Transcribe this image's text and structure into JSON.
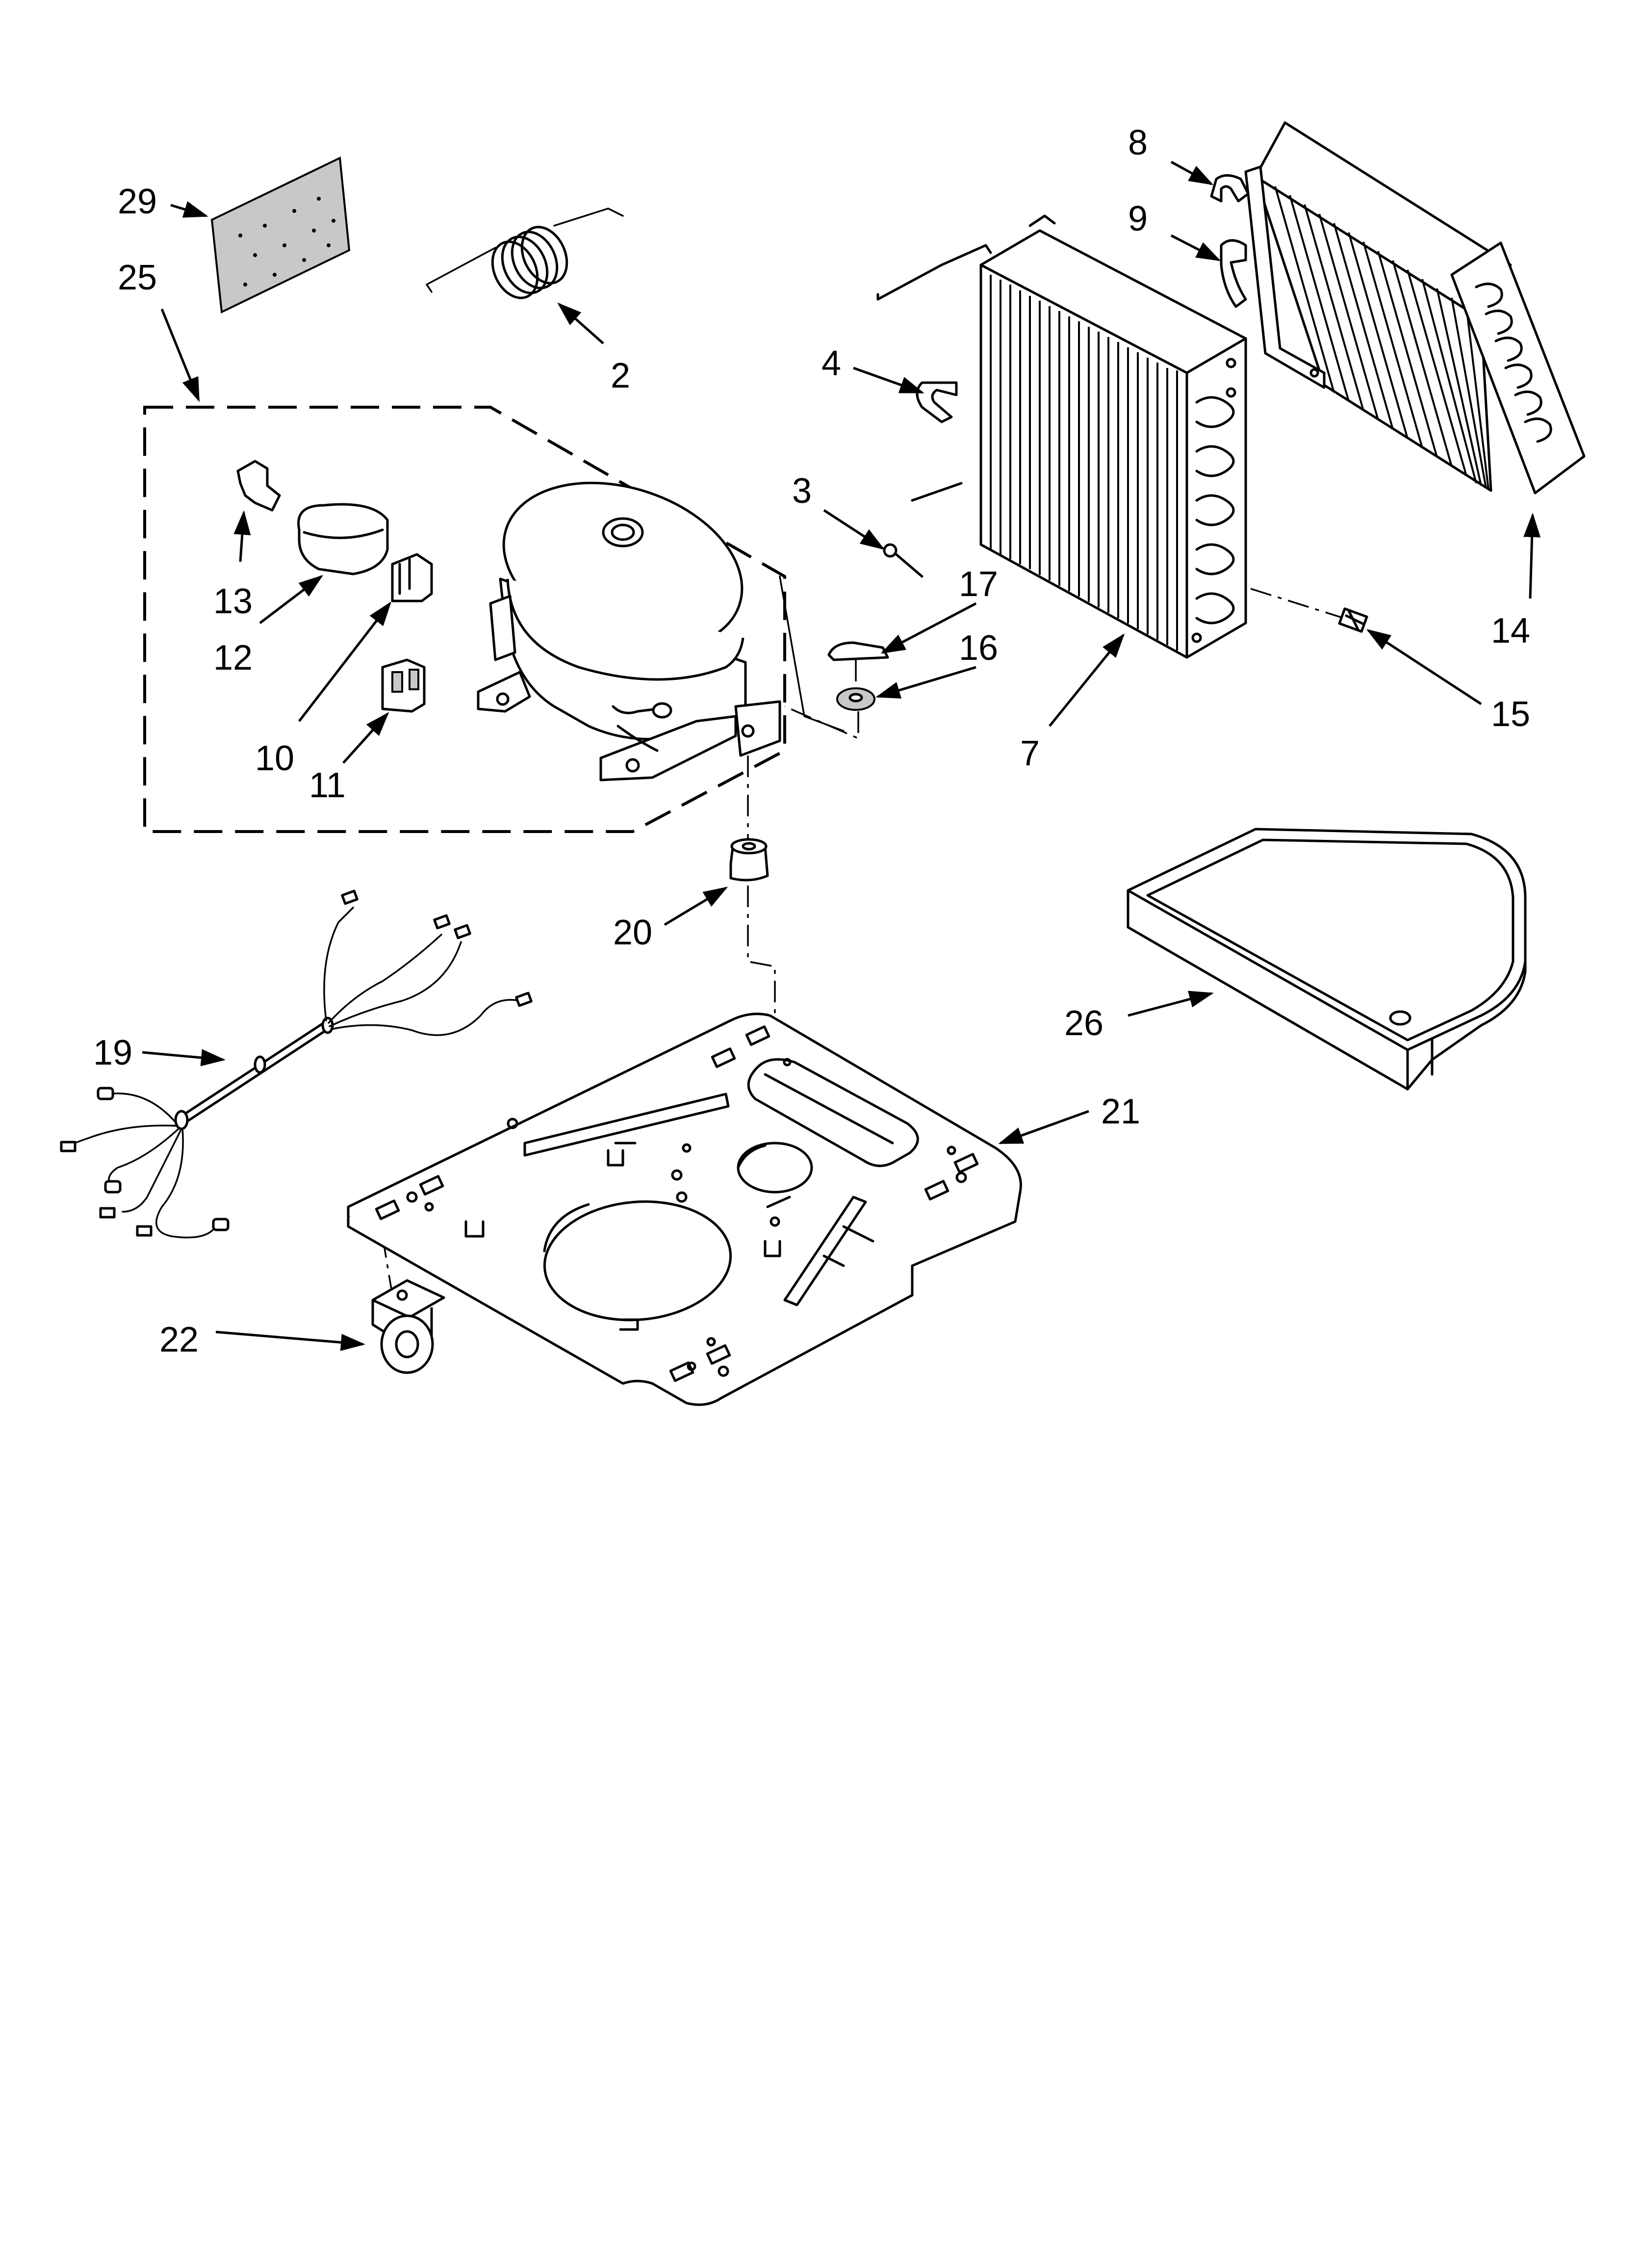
{
  "callouts": [
    {
      "id": "29",
      "label": "29"
    },
    {
      "id": "25",
      "label": "25"
    },
    {
      "id": "2",
      "label": "2"
    },
    {
      "id": "8",
      "label": "8"
    },
    {
      "id": "9",
      "label": "9"
    },
    {
      "id": "4",
      "label": "4"
    },
    {
      "id": "3",
      "label": "3"
    },
    {
      "id": "17",
      "label": "17"
    },
    {
      "id": "16",
      "label": "16"
    },
    {
      "id": "13",
      "label": "13"
    },
    {
      "id": "12",
      "label": "12"
    },
    {
      "id": "10",
      "label": "10"
    },
    {
      "id": "11",
      "label": "11"
    },
    {
      "id": "7",
      "label": "7"
    },
    {
      "id": "14",
      "label": "14"
    },
    {
      "id": "15",
      "label": "15"
    },
    {
      "id": "20",
      "label": "20"
    },
    {
      "id": "26",
      "label": "26"
    },
    {
      "id": "19",
      "label": "19"
    },
    {
      "id": "21",
      "label": "21"
    },
    {
      "id": "22",
      "label": "22"
    }
  ],
  "colors": {
    "line": "#000000",
    "background": "#ffffff",
    "shade": "#c8c8c8"
  }
}
